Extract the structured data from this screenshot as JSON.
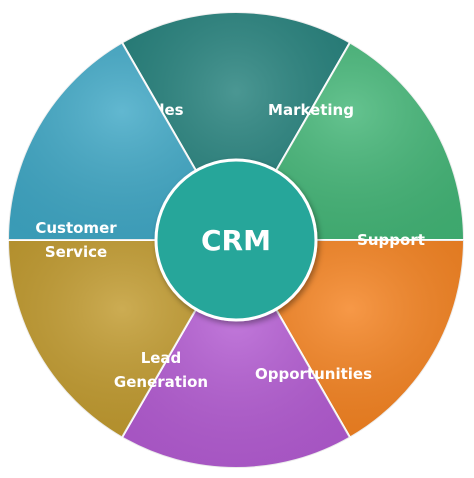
{
  "center": {
    "label": "CRM",
    "color": "#26a69a"
  },
  "segments": [
    {
      "id": "sales",
      "lines": [
        "Sales"
      ],
      "color": "#23807b"
    },
    {
      "id": "marketing",
      "lines": [
        "Marketing"
      ],
      "color": "#43b677"
    },
    {
      "id": "support",
      "lines": [
        "Support"
      ],
      "color": "#f5821f"
    },
    {
      "id": "opportunities",
      "lines": [
        "Opportunities"
      ],
      "color": "#b45bd3"
    },
    {
      "id": "lead-generation",
      "lines": [
        "Lead",
        "Generation"
      ],
      "color": "#c19a2d"
    },
    {
      "id": "customer-service",
      "lines": [
        "Customer",
        "Service"
      ],
      "color": "#3fa8c6"
    }
  ]
}
